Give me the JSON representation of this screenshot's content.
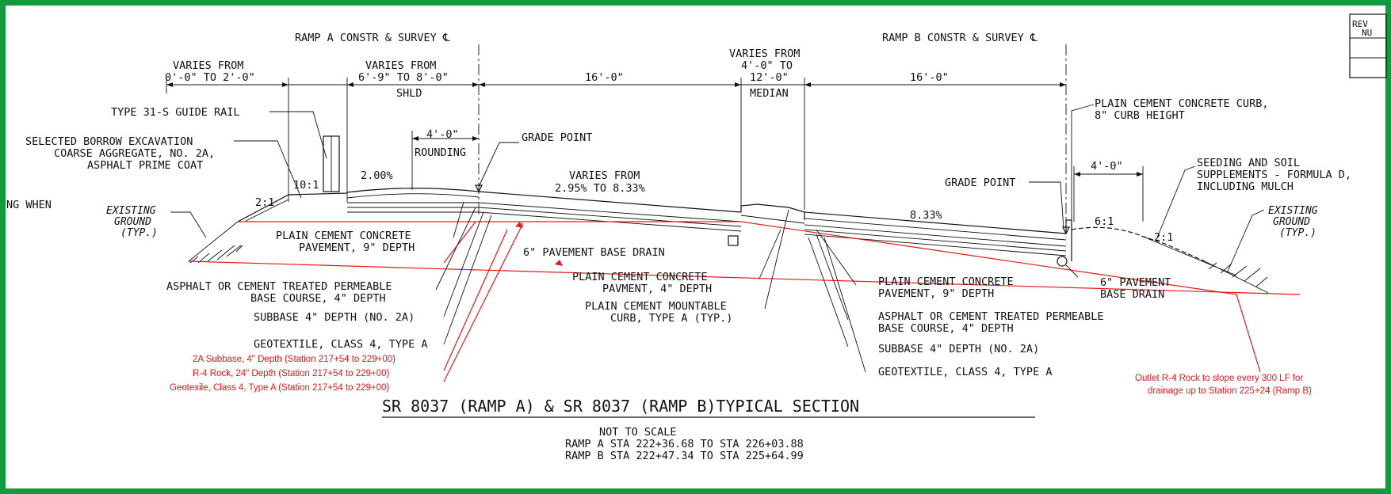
{
  "header": {
    "ramp_a_centerline": "RAMP A CONSTR & SURVEY ℄",
    "ramp_b_centerline": "RAMP B CONSTR & SURVEY ℄"
  },
  "revision_box": {
    "label_line1": "REV",
    "label_line2": "NU"
  },
  "dimensions": {
    "left_slope_1": "VARIES FROM",
    "left_slope_2": "0'-0\" TO 2'-0\"",
    "shoulder_1": "VARIES FROM",
    "shoulder_2": "6'-9\" TO 8'-0\"",
    "shoulder_label": "SHLD",
    "lane_a": "16'-0\"",
    "median_1": "VARIES FROM",
    "median_2": "4'-0\" TO",
    "median_3": "12'-0\"",
    "median_label": "MEDIAN",
    "lane_b": "16'-0\"",
    "rounding_width": "4'-0\"",
    "rounding_label": "ROUNDING",
    "right_offset": "4'-0\""
  },
  "slopes": {
    "shoulder_pct": "2.00%",
    "lane_a_1": "VARIES FROM",
    "lane_a_2": "2.95% TO 8.33%",
    "lane_b_pct": "8.33%",
    "left_slope": "2:1",
    "guiderail_slope": "10:1",
    "right_slope_1": "6:1",
    "right_slope_2": "2:1"
  },
  "labels": {
    "guide_rail": "TYPE 31-S GUIDE RAIL",
    "borrow_1": "SELECTED BORROW EXCAVATION",
    "borrow_2": "COARSE AGGREGATE, NO. 2A,",
    "borrow_3": "ASPHALT PRIME COAT",
    "left_cut": "NG WHEN",
    "existing_left_1": "EXISTING",
    "existing_left_2": "GROUND",
    "existing_left_3": "(TYP.)",
    "grade_point_a": "GRADE POINT",
    "grade_point_b": "GRADE POINT",
    "pcc_a_1": "PLAIN CEMENT CONCRETE",
    "pcc_a_2": "PAVEMENT, 9\" DEPTH",
    "base_drain_a": "6\" PAVEMENT BASE DRAIN",
    "permeable_a_1": "ASPHALT OR CEMENT TREATED PERMEABLE",
    "permeable_a_2": "BASE COURSE, 4\" DEPTH",
    "subbase_a": "SUBBASE 4\" DEPTH (NO. 2A)",
    "geotextile_a": "GEOTEXTILE, CLASS 4, TYPE A",
    "pcc_median_1": "PLAIN CEMENT CONCRETE",
    "pcc_median_2": "PAVMENT, 4\" DEPTH",
    "curb_median_1": "PLAIN CEMENT MOUNTABLE",
    "curb_median_2": "CURB, TYPE A (TYP.)",
    "curb_b_1": "PLAIN CEMENT CONCRETE CURB,",
    "curb_b_2": "8\" CURB HEIGHT",
    "seeding_1": "SEEDING AND SOIL",
    "seeding_2": "SUPPLEMENTS - FORMULA D,",
    "seeding_3": "INCLUDING MULCH",
    "existing_right_1": "EXISTING",
    "existing_right_2": "GROUND",
    "existing_right_3": "(TYP.)",
    "pcc_b_1": "PLAIN CEMENT CONCRETE",
    "pcc_b_2": "PAVEMENT, 9\" DEPTH",
    "base_drain_b_1": "6\" PAVEMENT",
    "base_drain_b_2": "BASE DRAIN",
    "permeable_b_1": "ASPHALT OR CEMENT TREATED PERMEABLE",
    "permeable_b_2": "BASE COURSE, 4\" DEPTH",
    "subbase_b": "SUBBASE 4\" DEPTH (NO. 2A)",
    "geotextile_b": "GEOTEXTILE, CLASS 4, TYPE A"
  },
  "annotations": {
    "red_1": "2A Subbase, 4\" Depth (Station 217+54 to 229+00)",
    "red_2": "R-4 Rock, 24\" Depth (Station 217+54 to 229+00)",
    "red_3": "Geotexile, Class 4, Type A (Station 217+54 to 229+00)",
    "red_right_1": "Outlet R-4 Rock to slope every 300 LF for",
    "red_right_2": "drainage up to Station 225+24 (Ramp B)"
  },
  "title": {
    "main": "SR 8037 (RAMP A) & SR 8037 (RAMP B)TYPICAL SECTION",
    "scale": "NOT TO SCALE",
    "ramp_a_sta": "RAMP A STA 222+36.68 TO STA 226+03.88",
    "ramp_b_sta": "RAMP B STA 222+47.34 TO STA 225+64.99"
  },
  "colors": {
    "border": "#139a3e",
    "annotation": "#e31b1b",
    "ink": "#111111"
  }
}
